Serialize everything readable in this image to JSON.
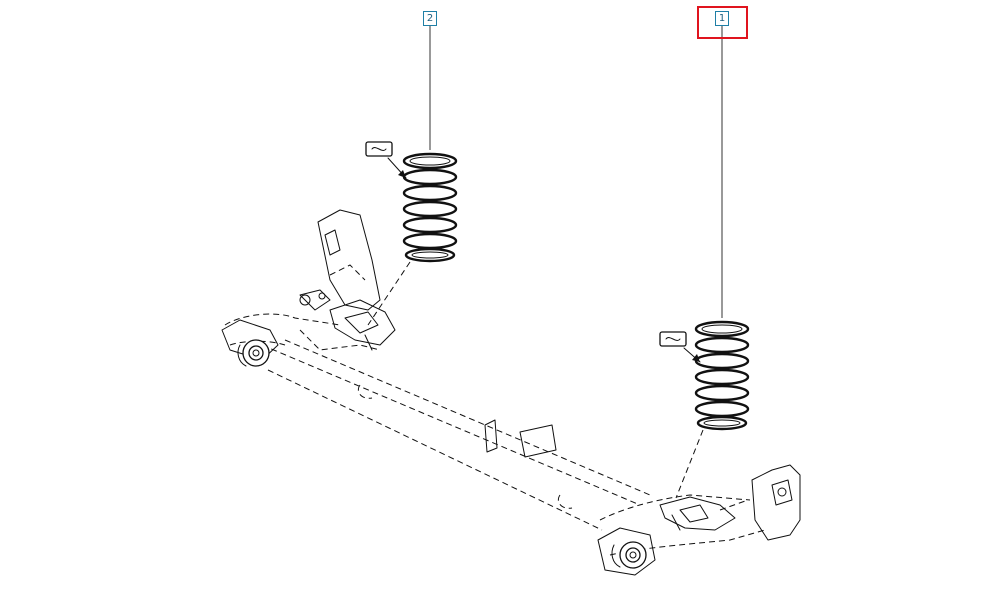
{
  "callouts": [
    {
      "id": "callout-2",
      "label": "2",
      "highlighted": false
    },
    {
      "id": "callout-1",
      "label": "1",
      "highlighted": true
    }
  ],
  "colors": {
    "callout_border": "#1f7fa6",
    "highlight": "#e0141e",
    "line": "#111111"
  },
  "symbols": [
    {
      "name": "lubricate-symbol-icon",
      "for": "callout-2"
    },
    {
      "name": "lubricate-symbol-icon",
      "for": "callout-1"
    }
  ]
}
